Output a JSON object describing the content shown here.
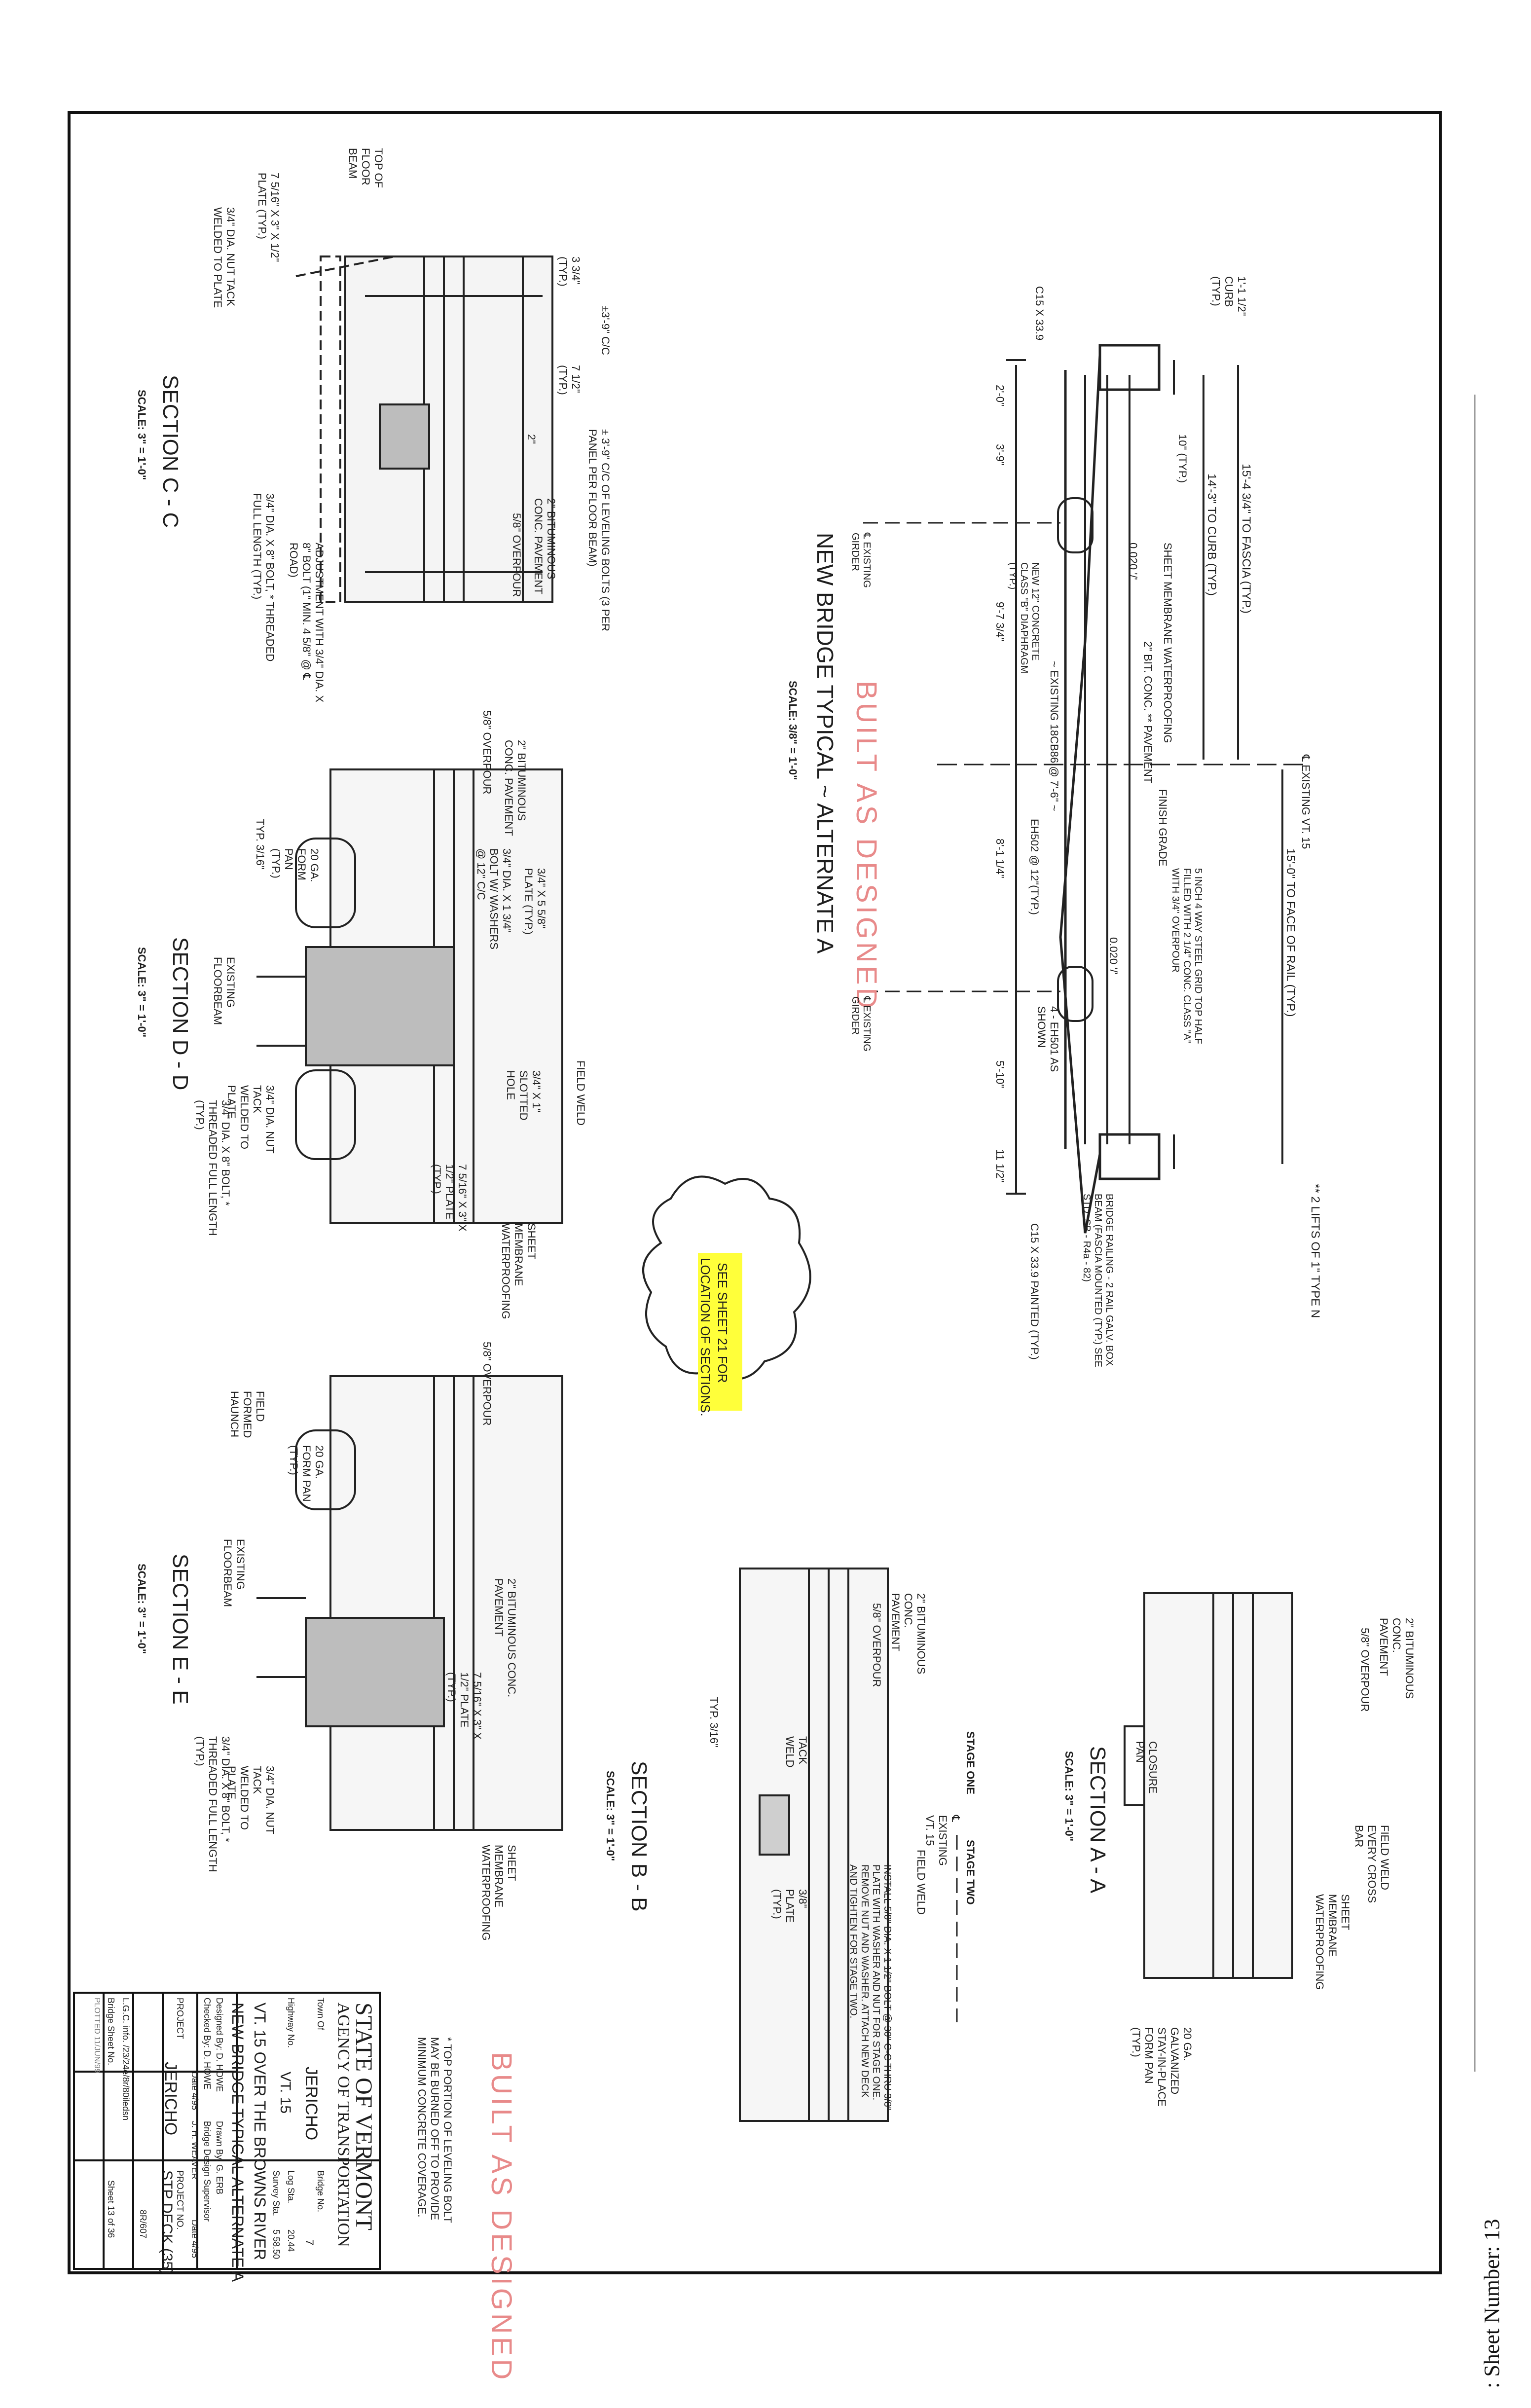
{
  "stamp": "BUILT AS DESIGNED",
  "cloud_note": [
    "SEE SHEET 21 FOR",
    "LOCATION OF SECTIONS."
  ],
  "typical": {
    "title": "NEW BRIDGE TYPICAL ~ ALTERNATE A",
    "scale": "SCALE: 3/8\" = 1'-0\"",
    "notes": {
      "curb": "1'-1 1/2\" CURB (TYP.)",
      "to_fascia": "15'-4 3/4\" TO FASCIA (TYP.)",
      "to_curb": "14'-3\" TO CURB (TYP.)",
      "cl_existing": "℄ EXISTING VT. 15",
      "to_face_rail": "15'-0\" TO FACE OF RAIL (TYP.)",
      "lifts": "** 2 LIFTS OF 1\" TYPE N",
      "ten_typ": "10\" (TYP.)",
      "membrane": "SHEET MEMBRANE WATERPROOFING",
      "bit_conc": "2\" BIT. CONC. ** PAVEMENT",
      "slope1": "0.020 '/'",
      "slope2": "0.020 '/'",
      "finish": "FINISH GRADE",
      "steel_grid": "5 INCH 4 WAY STEEL GRID TOP HALF FILLED WITH 2 1/4\" CONC. CLASS \"A\" WITH 3/4\" OVERPOUR",
      "new_conc": "NEW 12\" CONCRETE CLASS \"B\" DIAPHRAGM (TYP.)",
      "existing_beam": "~ EXISTING 18CB86 @ 7'-6\" ~",
      "eh502": "EH502 @ 12\"(TYP.)",
      "eh501": "4 - EH501 AS SHOWN",
      "c15_left": "C15 X 33.9",
      "c15_right": "C15 X 33.9 PAINTED (TYP.)",
      "railing": "BRIDGE RAILING - 2 RAIL GALV. BOX BEAM (FASCIA MOUNTED (TYP.) SEE STD. SB - R4a - 82)",
      "girder_left": "℄ EXISTING GIRDER",
      "girder_right": "℄ EXISTING GIRDER",
      "dims": [
        "2'-0\"",
        "3'-9\"",
        "9'-7 3/4\"",
        "8'-1 1/4\"",
        "5'-10\"",
        "11 1/2\""
      ]
    }
  },
  "section_c": {
    "title": "SECTION C - C",
    "scale": "SCALE: 3\" = 1'-0\"",
    "notes": {
      "top_floor": "TOP OF FLOOR BEAM",
      "plate": "7 5/16\" X 3\" X 1/2\" PLATE (TYP.)",
      "nut": "3/4\" DIA. NUT TACK WELDED TO PLATE",
      "spacing1": "±3'-9\" C/C",
      "spacing2": "± 3'-9\" C/C OF LEVELING BOLTS (3 PER PANEL PER FLOOR BEAM)",
      "bit": "2\" BITUMINOUS CONC. PAVEMENT",
      "overpour": "5/8\" OVERPOUR",
      "adjust": "ADJUSTMENT WITH 3/4\" DIA. X 8\" BOLT (1\" MIN. 4 5/8\" @ ℄ ROAD)",
      "bolt": "3/4\" DIA. X 8\" BOLT, * THREADED FULL LENGTH (TYP.)",
      "dim1": "3 3/4\" (TYP.)",
      "dim2": "7 1/2\" (TYP.)",
      "dim3": "2\""
    }
  },
  "section_d": {
    "title": "SECTION D - D",
    "scale": "SCALE: 3\" = 1'-0\"",
    "notes": {
      "overpour": "5/8\" OVERPOUR",
      "bit": "2\" BITUMINOUS CONC. PAVEMENT",
      "plate": "3/4\" X 5 5/8\" PLATE (TYP.)",
      "bolt_washers": "3/4\" DIA. X 1 3/4\" BOLT W/ WASHERS @ 12\" C/C",
      "field_weld": "FIELD WELD",
      "slotted": "3/4\" X 1\" SLOTTED HOLE",
      "plate2": "7 5/16\" X 3\" X 1/2\" PLATE (TYP.)",
      "membrane": "SHEET MEMBRANE WATERPROOFING",
      "form_pan": "20 GA. FORM PAN (TYP.)",
      "typ": "TYP. 3/16\"",
      "floorbeam": "EXISTING FLOORBEAM",
      "nut": "3/4\" DIA. NUT TACK WELDED TO PLATE",
      "bolt": "3/4\" DIA. X 8\" BOLT, * THREADED FULL LENGTH (TYP.)"
    }
  },
  "section_e": {
    "title": "SECTION E - E",
    "scale": "SCALE: 3\" = 1'-0\"",
    "notes": {
      "overpour": "5/8\" OVERPOUR",
      "bit": "2\" BITUMINOUS CONC. PAVEMENT",
      "form_pan": "20 GA. FORM PAN (TYP.)",
      "haunch": "FIELD FORMED HAUNCH",
      "floorbeam": "EXISTING FLOORBEAM",
      "plate": "7 5/16\" X 3\" X 1/2\" PLATE (TYP.)",
      "membrane": "SHEET MEMBRANE WATERPROOFING",
      "nut": "3/4\" DIA. NUT TACK WELDED TO PLATE",
      "bolt": "3/4\" DIA. X 8\" BOLT, * THREADED FULL LENGTH (TYP.)"
    }
  },
  "section_a": {
    "title": "SECTION A - A",
    "scale": "SCALE: 3\" = 1'-0\"",
    "notes": {
      "bit": "2\" BITUMINOUS CONC. PAVEMENT",
      "overpour": "5/8\" OVERPOUR",
      "closure": "CLOSURE PAN",
      "field_weld": "FIELD WELD EVERY CROSS BAR",
      "membrane": "SHEET MEMBRANE WATERPROOFING",
      "galv": "20 GA. GALVANIZED STAY-IN-PLACE FORM PAN (TYP.)"
    }
  },
  "section_b": {
    "title": "SECTION B - B",
    "scale": "SCALE: 3\" = 1'-0\"",
    "notes": {
      "bit": "2\" BITUMINOUS CONC. PAVEMENT",
      "overpour": "5/8\" OVERPOUR",
      "stage_one": "STAGE ONE",
      "stage_two": "STAGE TWO",
      "cl": "℄ EXISTING VT. 15",
      "tack": "TACK WELD",
      "field_weld": "FIELD WELD",
      "install": "INSTALL 5/8\" DIA. X 1 1/2\" BOLT @ 30\" C-C THRU 3/8\" PLATE WITH WASHER AND NUT FOR STAGE ONE. REMOVE NUT AND WASHER. ATTACH NEW DECK AND TIGHTEN FOR STAGE TWO.",
      "plate": "3/8\" PLATE (TYP.)",
      "typ": "TYP. 3/16\""
    }
  },
  "footnote": "* TOP PORTION OF LEVELING BOLT MAY BE BURNED OFF TO PROVIDE MINIMUM CONCRETE COVERAGE.",
  "title_block": {
    "agency1": "STATE OF VERMONT",
    "agency2": "AGENCY OF TRANSPORTATION",
    "town_label": "Town Of",
    "town": "JERICHO",
    "bridge_no_label": "Bridge No.",
    "bridge_no": "7",
    "highway_label": "Highway No.",
    "highway": "VT. 15",
    "log_sta_label": "Log Sta.",
    "log_sta": "20.44",
    "survey_label": "Survey Sta.",
    "survey": "5 58.50",
    "desc1": "VT. 15 OVER THE BROWNS RIVER",
    "desc2": "NEW BRIDGE TYPICAL ALTERNATE A",
    "designed": "Designed By: D. HOWE",
    "drawn": "Drawn By: G. ERB",
    "checked": "Checked By: D. HOWE",
    "date1": "Date 4/95",
    "supervisor": "Bridge Design Supervisor",
    "super_name": "J. H. WEAVER",
    "date2": "Date 4/95",
    "project_label": "PROJECT",
    "project_town": "JERICHO",
    "project_no_label": "PROJECT NO.",
    "project_no": "STP DECK (35)",
    "sheet_no_label": "Bridge Sheet No.",
    "sheet": "Sheet 13 of 36",
    "file": "L.G.C. info. /23/24e/8r/80iledsn",
    "job": "8R/607",
    "plotted": "PLOTTED 11/JUN/99"
  },
  "margin_note": ": Sheet Number: 13"
}
